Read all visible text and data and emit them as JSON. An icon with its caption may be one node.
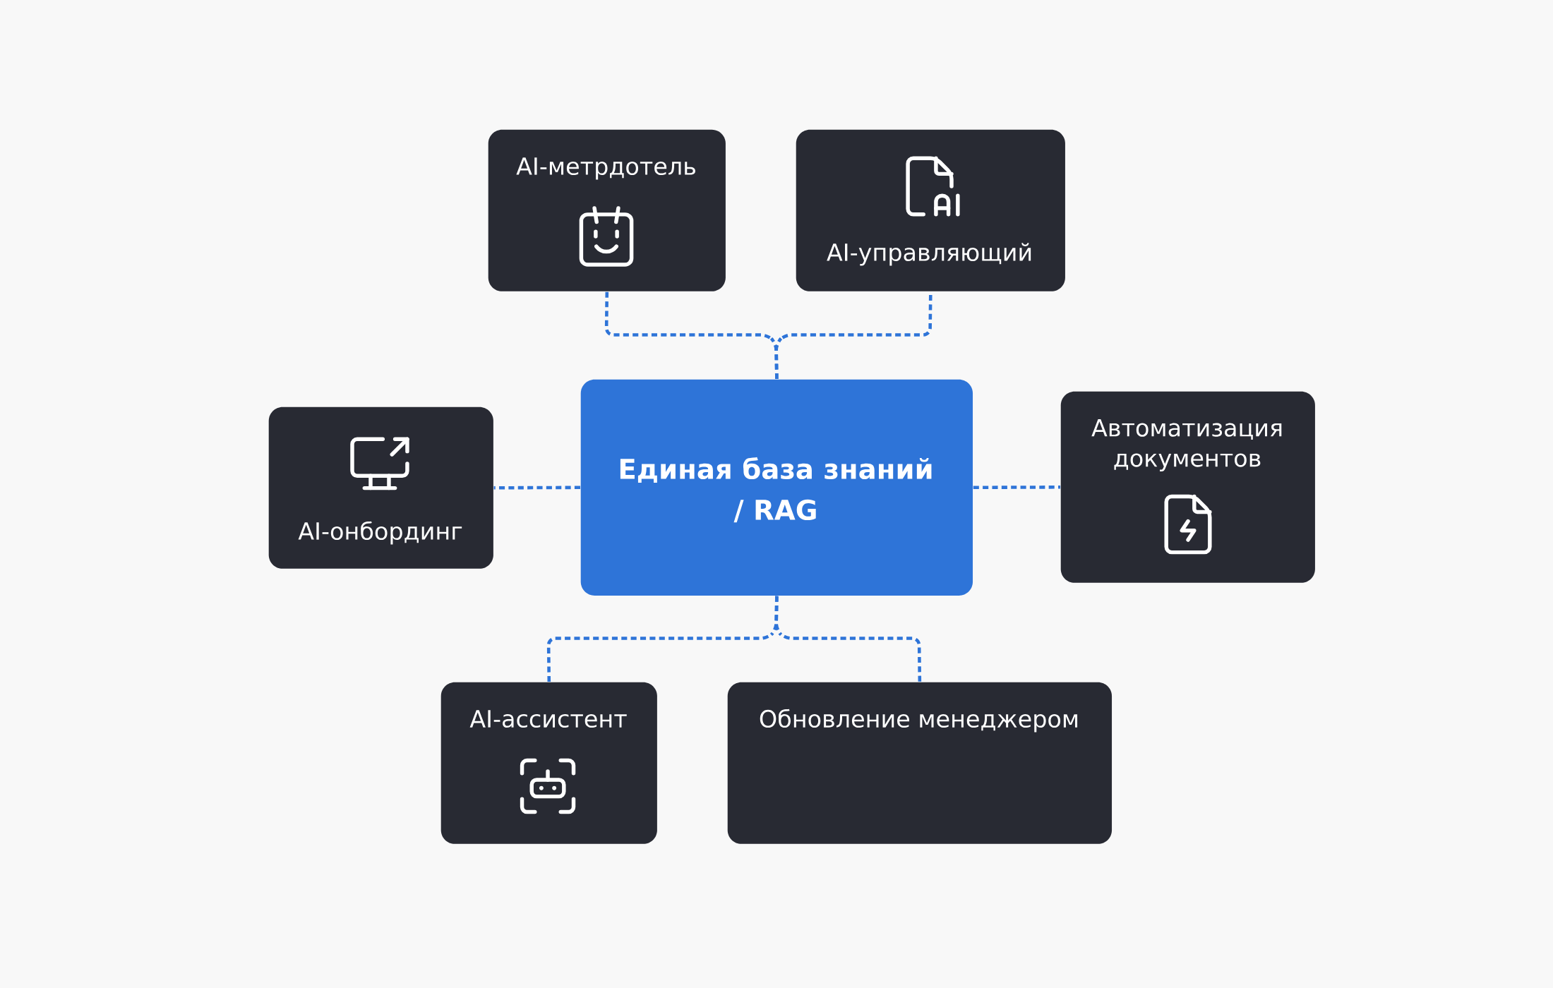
{
  "diagram": {
    "nodes": [
      {
        "text": [
          "AI-метрдотель"
        ]
      },
      {
        "text": [
          "AI-управляющий"
        ]
      },
      {
        "text": [
          "AI-онбординг"
        ]
      },
      {
        "text": [
          "Единая база знаний / RAG"
        ]
      },
      {
        "text": [
          "Автоматизация документов"
        ]
      },
      {
        "text": [
          "AI-ассистент"
        ]
      },
      {
        "text": [
          "Обновление менеджером"
        ]
      }
    ],
    "edges": [
      {
        "from": 3,
        "to": 0,
        "arrow": "none",
        "style": "dashed"
      },
      {
        "from": 3,
        "to": 1,
        "arrow": "none",
        "style": "dashed"
      },
      {
        "from": 3,
        "to": 2,
        "arrow": "none",
        "style": "dashed"
      },
      {
        "from": 3,
        "to": 4,
        "arrow": "none",
        "style": "dashed"
      },
      {
        "from": 3,
        "to": 5,
        "arrow": "none",
        "style": "dashed"
      },
      {
        "from": 3,
        "to": 6,
        "arrow": "none",
        "style": "dashed"
      }
    ]
  }
}
